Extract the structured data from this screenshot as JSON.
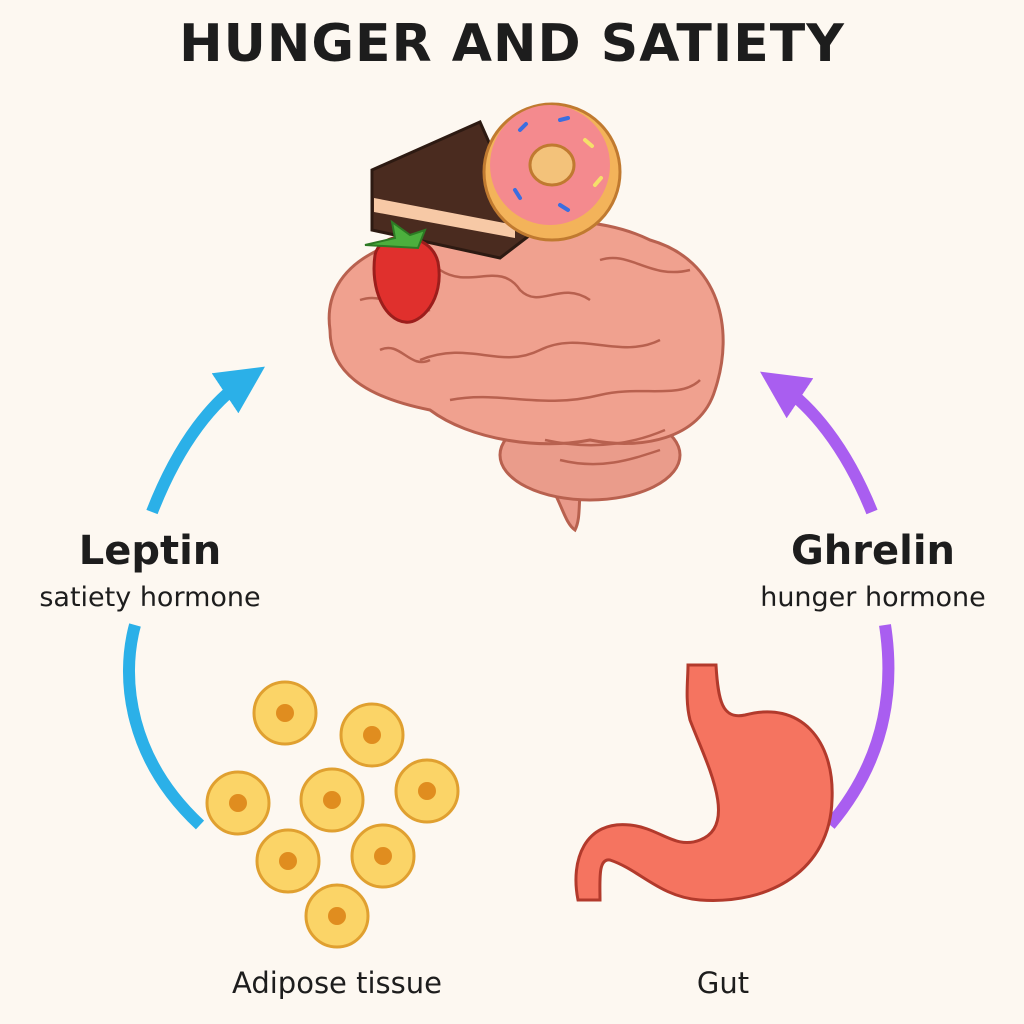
{
  "title": "HUNGER AND SATIETY",
  "leptin": {
    "name": "Leptin",
    "description": "satiety hormone",
    "color": "#2bb0e8"
  },
  "ghrelin": {
    "name": "Ghrelin",
    "description": "hunger hormone",
    "color": "#a95ef0"
  },
  "sources": {
    "adipose": "Adipose tissue",
    "gut": "Gut"
  },
  "icons": [
    "brain-icon",
    "cake-icon",
    "donut-icon",
    "strawberry-icon",
    "fat-cells-icon",
    "stomach-icon",
    "arrow-icon"
  ]
}
